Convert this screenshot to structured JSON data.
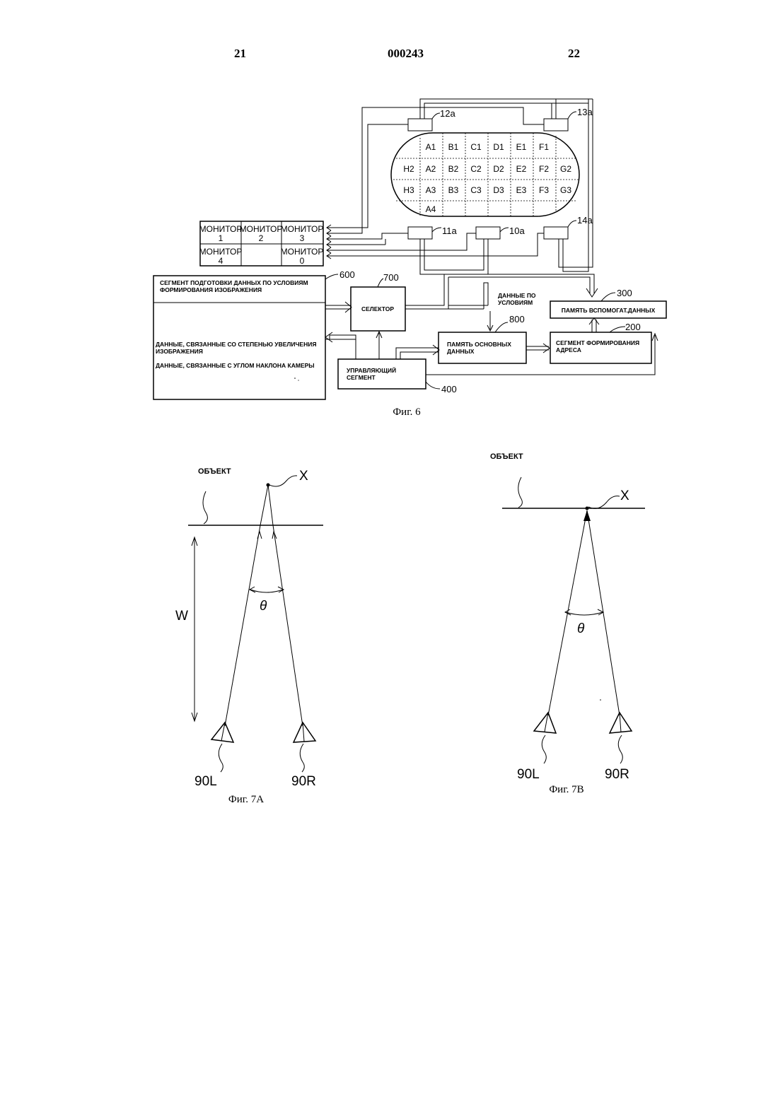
{
  "header": {
    "page_left": "21",
    "doc_number": "000243",
    "page_right": "22"
  },
  "fig6": {
    "caption": "Фиг. 6",
    "cameras": {
      "c12a": "12a",
      "c13a": "13a",
      "c11a": "11a",
      "c10a": "10a",
      "c14a": "14a"
    },
    "grid_rows": [
      [
        "",
        "A1",
        "B1",
        "C1",
        "D1",
        "E1",
        "F1",
        ""
      ],
      [
        "H2",
        "A2",
        "B2",
        "C2",
        "D2",
        "E2",
        "F2",
        "G2"
      ],
      [
        "H3",
        "A3",
        "B3",
        "C3",
        "D3",
        "E3",
        "F3",
        "G3"
      ],
      [
        "",
        "A4",
        "",
        "",
        "",
        "",
        "",
        ""
      ]
    ],
    "monitors": {
      "m1a": "МОНИТОР",
      "m1b": "1",
      "m2a": "МОНИТОР",
      "m2b": "2",
      "m3a": "МОНИТОР",
      "m3b": "3",
      "m4a": "МОНИТОР",
      "m4b": "4",
      "m0a": "МОНИТОР",
      "m0b": "0"
    },
    "segment600": {
      "ref": "600",
      "line1": "СЕГМЕНТ ПОДГОТОВКИ ДАННЫХ ПО УСЛОВИЯМ",
      "line2": "ФОРМИРОВАНИЯ ИЗОБРАЖЕНИЯ",
      "data1a": "ДАННЫЕ, СВЯЗАННЫЕ СО СТЕПЕНЬЮ УВЕЛИЧЕНИЯ",
      "data1b": "ИЗОБРАЖЕНИЯ",
      "data2": "ДАННЫЕ, СВЯЗАННЫЕ С УГЛОМ НАКЛОНА КАМЕРЫ"
    },
    "selector": {
      "ref": "700",
      "label": "СЕЛЕКТОР"
    },
    "condition_data": {
      "line1": "ДАННЫЕ ПО",
      "line2": "УСЛОВИЯМ"
    },
    "aux_memory": {
      "ref": "300",
      "label": "ПАМЯТЬ ВСПОМОГАТ.ДАННЫХ"
    },
    "main_memory": {
      "ref": "800",
      "line1": "ПАМЯТЬ ОСНОВНЫХ",
      "line2": "ДАННЫХ"
    },
    "address_segment": {
      "ref": "200",
      "line1": "СЕГМЕНТ ФОРМИРОВАНИЯ",
      "line2": "АДРЕСА"
    },
    "control_segment": {
      "ref": "400",
      "line1": "УПРАВЛЯЮЩИЙ",
      "line2": "СЕГМЕНТ"
    }
  },
  "fig7a": {
    "caption": "Фиг. 7А",
    "object": "ОБЪЕКТ",
    "point": "X",
    "angle": "θ",
    "distance": "W",
    "left_camera": "90L",
    "right_camera": "90R"
  },
  "fig7b": {
    "caption": "Фиг. 7В",
    "object": "ОБЪЕКТ",
    "point": "X",
    "angle": "θ",
    "left_camera": "90L",
    "right_camera": "90R"
  }
}
